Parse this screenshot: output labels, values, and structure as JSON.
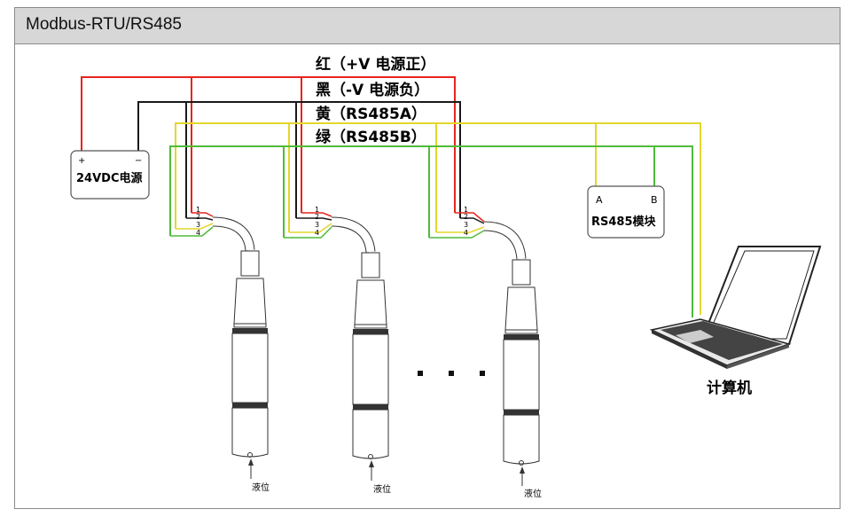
{
  "header": {
    "title": "Modbus-RTU/RS485"
  },
  "wire_legend": [
    {
      "label": "红（+V 电源正）",
      "color": "#e8231d"
    },
    {
      "label": "黑（-V 电源负）",
      "color": "#1a1a1a"
    },
    {
      "label": "黄（RS485A）",
      "color": "#e3d72a"
    },
    {
      "label": "绿（RS485B）",
      "color": "#4fbb3a"
    }
  ],
  "power_supply": {
    "label": "24VDC电源",
    "plus": "+",
    "minus": "−"
  },
  "rs485_module": {
    "label": "RS485模块",
    "terminal_a": "A",
    "terminal_b": "B"
  },
  "computer": {
    "label": "计算机",
    "icon": "laptop-icon"
  },
  "sensors": [
    {
      "pins": [
        "1",
        "2",
        "3",
        "4"
      ],
      "level_label": "液位"
    },
    {
      "pins": [
        "1",
        "2",
        "3",
        "4"
      ],
      "level_label": "液位"
    },
    {
      "pins": [
        "1",
        "2",
        "3",
        "4"
      ],
      "level_label": "液位"
    }
  ],
  "ellipsis": "· · ·"
}
